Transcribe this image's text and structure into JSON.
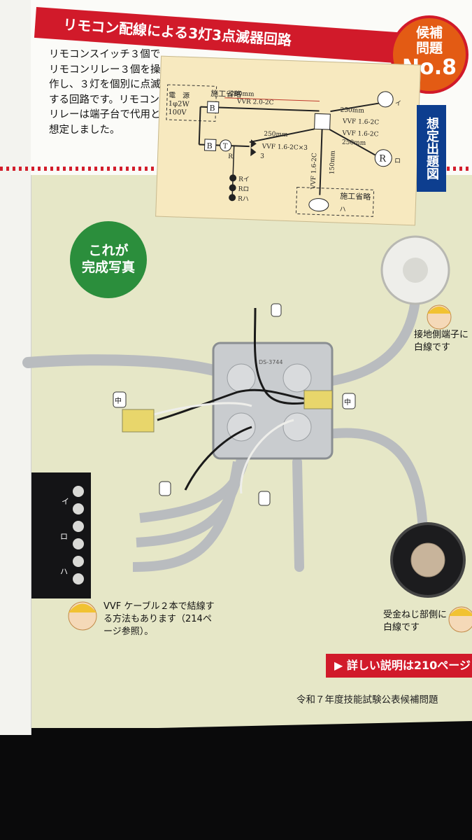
{
  "header": {
    "title": "リモコン配線による3灯3点滅器回路",
    "badge_line1": "候補",
    "badge_line2": "問題",
    "badge_number": "No.8",
    "vertical_tag": "想定出題図"
  },
  "description": "リモコンスイッチ３個でリモコンリレー３個を操作し、３灯を個別に点滅する回路です。リモコンリレーは端子台で代用と想定しました。",
  "diagram": {
    "omit_label_top": "施工省略",
    "omit_label_bottom": "施工省略",
    "power_label1": "電　源",
    "power_label2": "1φ2W",
    "power_label3": "100V",
    "dim_200": "200mm",
    "dim_250_top": "250mm",
    "dim_250_left": "250mm",
    "dim_250_right": "250mm",
    "dim_150": "150mm",
    "cable_vvr": "VVR 2.0-2C",
    "cable_vvf_top": "VVF 1.6-2C",
    "cable_vvf_mid": "VVF 1.6-2C",
    "cable_vvf_x3": "VVF 1.6-2C×3",
    "cable_vvf_vertical": "VVF 1.6-2C",
    "sym_b1": "B",
    "sym_b2": "B",
    "sym_t": "T",
    "sym_r_small": "R",
    "sym_r_big": "R",
    "label_3": "3",
    "label_i": "イ",
    "label_ro": "ロ",
    "label_ha": "ハ",
    "r_i": "Rイ",
    "r_ro": "Rロ",
    "r_ha": "Rハ"
  },
  "photo": {
    "circle_line1": "これが",
    "circle_line2": "完成写真",
    "note_ground": "接地側端子に白線です",
    "note_cable": "VVF ケーブル２本で結線する方法もあります（214ページ参照）。",
    "note_receptacle": "受金ねじ部側に白線です",
    "sleeve_small": "中",
    "terminal_i": "イ",
    "terminal_ro": "ロ",
    "terminal_ha": "ハ",
    "box_marking": "DS-3744"
  },
  "more_info": "▶ 詳しい説明は210ページ",
  "footer": "令和７年度技能試験公表候補問題",
  "colors": {
    "red": "#d11a2a",
    "orange": "#e35b14",
    "green": "#2b8e3c",
    "navy": "#0d3e8f",
    "page_bg": "#e6e7c7",
    "cable_gray": "#b9bcbf"
  }
}
